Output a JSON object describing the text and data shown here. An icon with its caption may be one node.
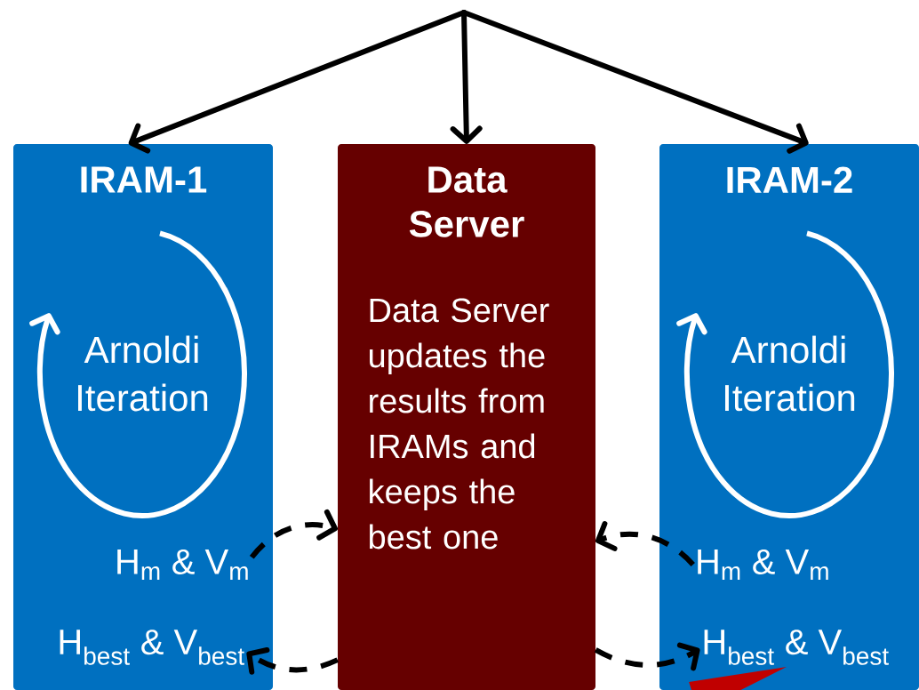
{
  "diagram": {
    "nodes": [
      {
        "text": [
          "IRAM-1"
        ]
      },
      {
        "text": [
          "Arnoldi Iteration"
        ],
        "in": 0
      },
      {
        "text": [
          "H$_{m}$ & V$_{m}$"
        ],
        "in": 0
      },
      {
        "text": [
          "H$_{best}$ & V$_{best}$"
        ],
        "in": 0
      },
      {
        "text": [
          "Data Server",
          "Data Server updates the results from IRAMs and keeps the best one"
        ]
      },
      {
        "text": [
          "IRAM-2"
        ]
      },
      {
        "text": [
          "Arnoldi Iteration"
        ],
        "in": 5
      },
      {
        "text": [
          "H$_{m}$ & V$_{m}$"
        ],
        "in": 5
      },
      {
        "text": [
          "H$_{best}$ & V$_{best}$"
        ],
        "in": 5
      }
    ],
    "edges": [
      {
        "from": null,
        "to": 0,
        "arrow": "to"
      },
      {
        "from": null,
        "to": 4,
        "arrow": "to"
      },
      {
        "from": null,
        "to": 5,
        "arrow": "to"
      },
      {
        "from": 2,
        "to": 4,
        "arrow": "to",
        "style": "dashed"
      },
      {
        "from": 7,
        "to": 4,
        "arrow": "to",
        "style": "dashed"
      },
      {
        "from": 4,
        "to": 3,
        "arrow": "to",
        "style": "dashed"
      },
      {
        "from": 4,
        "to": 8,
        "arrow": "to",
        "style": "dashed"
      },
      {
        "from": null,
        "to": 8,
        "arrow": "to",
        "style": "thick",
        "color": "#c00000"
      }
    ]
  }
}
